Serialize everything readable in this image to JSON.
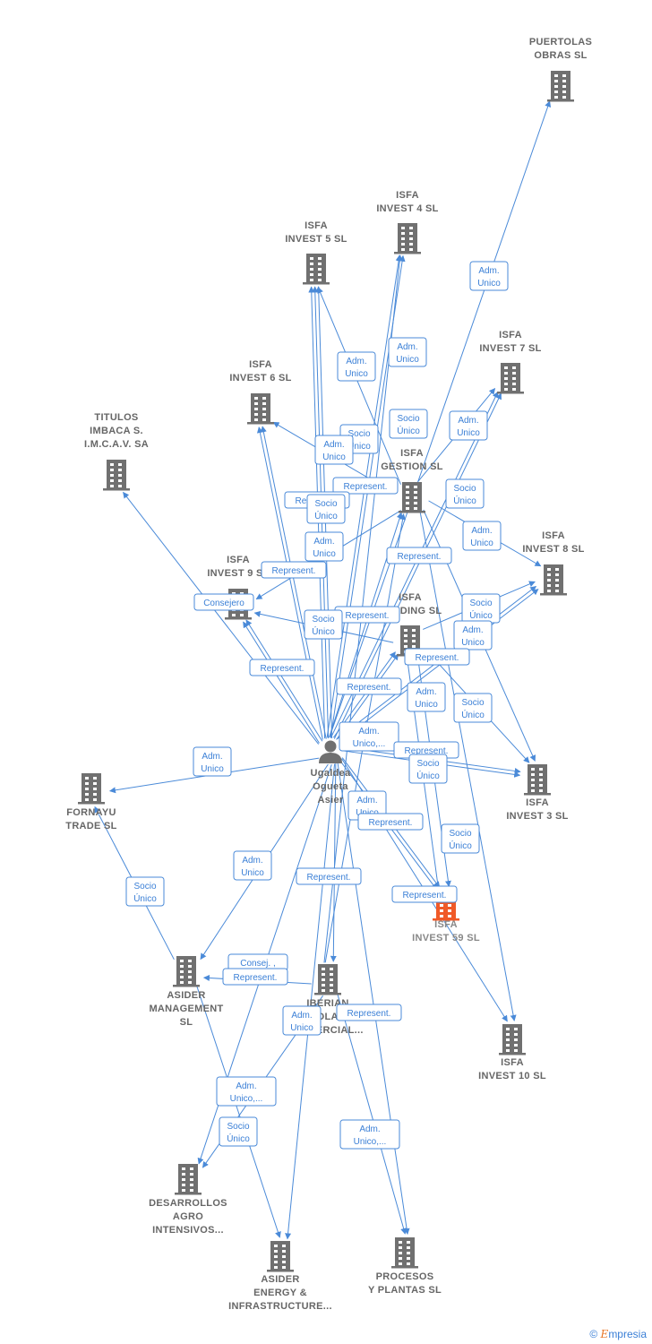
{
  "colors": {
    "edge": "#4a8ad8",
    "building": "#707070",
    "focus_building": "#f05a28",
    "person": "#707070",
    "label_text": "#666666",
    "edge_label_text": "#3a7fd6"
  },
  "nodes": [
    {
      "id": "puertolas",
      "type": "company",
      "label": [
        "PUERTOLAS",
        "OBRAS  SL"
      ]
    },
    {
      "id": "isfa4",
      "type": "company",
      "label": [
        "ISFA",
        "INVEST 4  SL"
      ]
    },
    {
      "id": "isfa5",
      "type": "company",
      "label": [
        "ISFA",
        "INVEST 5  SL"
      ]
    },
    {
      "id": "isfa7",
      "type": "company",
      "label": [
        "ISFA",
        "INVEST 7  SL"
      ]
    },
    {
      "id": "isfa6",
      "type": "company",
      "label": [
        "ISFA",
        "INVEST 6  SL"
      ]
    },
    {
      "id": "titulos",
      "type": "company",
      "label": [
        "TITULOS",
        "IMBACA S.",
        "I.M.C.A.V. SA"
      ]
    },
    {
      "id": "gestion",
      "type": "company",
      "label": [
        "ISFA",
        "GESTION  SL"
      ]
    },
    {
      "id": "isfa8",
      "type": "company",
      "label": [
        "ISFA",
        "INVEST 8  SL"
      ]
    },
    {
      "id": "isfa9",
      "type": "company",
      "label": [
        "ISFA",
        "INVEST 9  SL"
      ]
    },
    {
      "id": "holding",
      "type": "company",
      "label": [
        "ISFA",
        "HOLDING  SL"
      ]
    },
    {
      "id": "person",
      "type": "person",
      "label": [
        "Ugaldea",
        "Ogueta",
        "Asier"
      ]
    },
    {
      "id": "isfa3",
      "type": "company",
      "label": [
        "ISFA",
        "INVEST 3  SL"
      ]
    },
    {
      "id": "fornayu",
      "type": "company",
      "label": [
        "FORNAYU",
        "TRADE  SL"
      ]
    },
    {
      "id": "isfa59",
      "type": "focus",
      "label": [
        "ISFA",
        "INVEST 59  SL"
      ]
    },
    {
      "id": "asider_mgmt",
      "type": "company",
      "label": [
        "ASIDER",
        "MANAGEMENT",
        "SL"
      ]
    },
    {
      "id": "iberian",
      "type": "company",
      "label": [
        "IBERIAN",
        "SOLAR",
        "COMERCIAL..."
      ]
    },
    {
      "id": "isfa10",
      "type": "company",
      "label": [
        "ISFA",
        "INVEST 10  SL"
      ]
    },
    {
      "id": "desarrollos",
      "type": "company",
      "label": [
        "DESARROLLOS",
        "AGRO",
        "INTENSIVOS..."
      ]
    },
    {
      "id": "asider_energy",
      "type": "company",
      "label": [
        "ASIDER",
        "ENERGY &",
        "INFRASTRUCTURE..."
      ]
    },
    {
      "id": "procesos",
      "type": "company",
      "label": [
        "PROCESOS",
        "Y PLANTAS  SL"
      ]
    }
  ],
  "edges": [
    {
      "from": "person",
      "to": "puertolas"
    },
    {
      "from": "person",
      "to": "isfa4"
    },
    {
      "from": "person",
      "to": "isfa4"
    },
    {
      "from": "person",
      "to": "isfa5"
    },
    {
      "from": "person",
      "to": "isfa5"
    },
    {
      "from": "person",
      "to": "isfa5"
    },
    {
      "from": "person",
      "to": "isfa7"
    },
    {
      "from": "person",
      "to": "isfa7"
    },
    {
      "from": "person",
      "to": "isfa6"
    },
    {
      "from": "person",
      "to": "isfa6"
    },
    {
      "from": "person",
      "to": "titulos"
    },
    {
      "from": "person",
      "to": "gestion"
    },
    {
      "from": "person",
      "to": "isfa8"
    },
    {
      "from": "person",
      "to": "isfa8"
    },
    {
      "from": "person",
      "to": "isfa9"
    },
    {
      "from": "person",
      "to": "isfa9"
    },
    {
      "from": "person",
      "to": "holding"
    },
    {
      "from": "person",
      "to": "holding"
    },
    {
      "from": "person",
      "to": "isfa3"
    },
    {
      "from": "person",
      "to": "isfa3"
    },
    {
      "from": "person",
      "to": "fornayu"
    },
    {
      "from": "person",
      "to": "isfa59"
    },
    {
      "from": "person",
      "to": "isfa59"
    },
    {
      "from": "person",
      "to": "asider_mgmt"
    },
    {
      "from": "person",
      "to": "iberian"
    },
    {
      "from": "person",
      "to": "isfa10"
    },
    {
      "from": "person",
      "to": "desarrollos"
    },
    {
      "from": "person",
      "to": "asider_energy"
    },
    {
      "from": "person",
      "to": "procesos"
    },
    {
      "from": "asider_mgmt",
      "to": "fornayu"
    },
    {
      "from": "asider_mgmt",
      "to": "asider_energy"
    },
    {
      "from": "gestion",
      "to": "isfa5"
    },
    {
      "from": "gestion",
      "to": "isfa6"
    },
    {
      "from": "gestion",
      "to": "isfa7"
    },
    {
      "from": "gestion",
      "to": "isfa8"
    },
    {
      "from": "gestion",
      "to": "isfa9"
    },
    {
      "from": "gestion",
      "to": "isfa3"
    },
    {
      "from": "gestion",
      "to": "isfa10"
    },
    {
      "from": "holding",
      "to": "isfa8"
    },
    {
      "from": "holding",
      "to": "isfa9"
    },
    {
      "from": "holding",
      "to": "isfa3"
    },
    {
      "from": "holding",
      "to": "isfa59"
    },
    {
      "from": "isfa59",
      "to": "holding"
    },
    {
      "from": "iberian",
      "to": "gestion"
    },
    {
      "from": "iberian",
      "to": "isfa4"
    },
    {
      "from": "iberian",
      "to": "desarrollos"
    },
    {
      "from": "iberian",
      "to": "asider_mgmt"
    },
    {
      "from": "iberian",
      "to": "procesos"
    }
  ],
  "edge_labels": [
    {
      "lines": [
        "Adm.",
        "Unico"
      ]
    },
    {
      "lines": [
        "Adm.",
        "Unico"
      ]
    },
    {
      "lines": [
        "Adm.",
        "Unico"
      ]
    },
    {
      "lines": [
        "Socio",
        "Único"
      ]
    },
    {
      "lines": [
        "Socio",
        "Único"
      ]
    },
    {
      "lines": [
        "Adm.",
        "Unico"
      ]
    },
    {
      "lines": [
        "Adm.",
        "Unico"
      ]
    },
    {
      "lines": [
        "Represent."
      ]
    },
    {
      "lines": [
        "Socio",
        "Único"
      ]
    },
    {
      "lines": [
        "Represent."
      ]
    },
    {
      "lines": [
        "Socio",
        "Único"
      ]
    },
    {
      "lines": [
        "Adm.",
        "Unico"
      ]
    },
    {
      "lines": [
        "Adm.",
        "Unico"
      ]
    },
    {
      "lines": [
        "Represent."
      ]
    },
    {
      "lines": [
        "Represent."
      ]
    },
    {
      "lines": [
        "Consejero"
      ]
    },
    {
      "lines": [
        "Socio",
        "Único"
      ]
    },
    {
      "lines": [
        "Represent."
      ]
    },
    {
      "lines": [
        "Socio",
        "Único"
      ]
    },
    {
      "lines": [
        "Adm.",
        "Unico"
      ]
    },
    {
      "lines": [
        "Represent."
      ]
    },
    {
      "lines": [
        "Represent."
      ]
    },
    {
      "lines": [
        "Represent."
      ]
    },
    {
      "lines": [
        "Adm.",
        "Unico"
      ]
    },
    {
      "lines": [
        "Socio",
        "Único"
      ]
    },
    {
      "lines": [
        "Adm.",
        "Unico,..."
      ]
    },
    {
      "lines": [
        "Represent."
      ]
    },
    {
      "lines": [
        "Adm.",
        "Unico"
      ]
    },
    {
      "lines": [
        "Socio",
        "Único"
      ]
    },
    {
      "lines": [
        "Adm.",
        "Unico"
      ]
    },
    {
      "lines": [
        "Represent."
      ]
    },
    {
      "lines": [
        "Socio",
        "Único"
      ]
    },
    {
      "lines": [
        "Adm.",
        "Unico"
      ]
    },
    {
      "lines": [
        "Represent."
      ]
    },
    {
      "lines": [
        "Represent."
      ]
    },
    {
      "lines": [
        "Socio",
        "Único"
      ]
    },
    {
      "lines": [
        "Consej. ,"
      ]
    },
    {
      "lines": [
        "Represent."
      ]
    },
    {
      "lines": [
        "Adm.",
        "Unico"
      ]
    },
    {
      "lines": [
        "Represent."
      ]
    },
    {
      "lines": [
        "Adm.",
        "Unico,..."
      ]
    },
    {
      "lines": [
        "Socio",
        "Único"
      ]
    },
    {
      "lines": [
        "Adm.",
        "Unico,..."
      ]
    }
  ],
  "brand": {
    "copyright": "©",
    "first": "E",
    "rest": "mpresia"
  }
}
